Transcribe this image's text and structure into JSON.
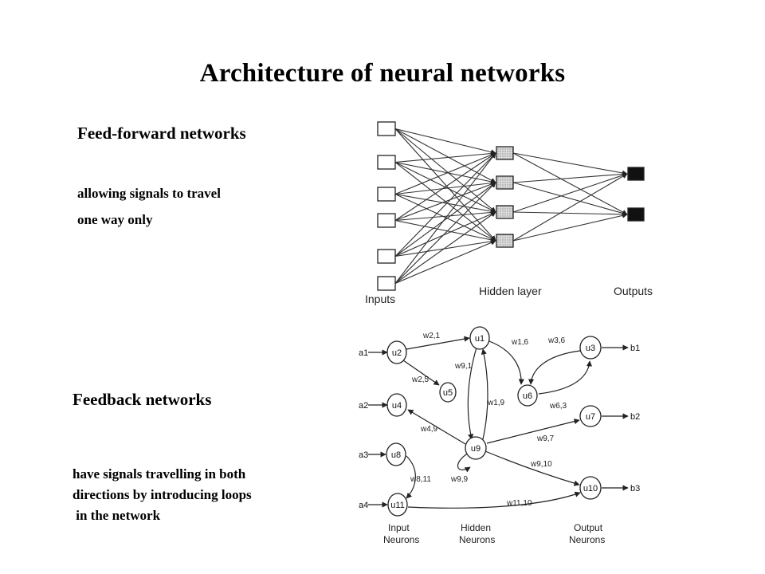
{
  "slide": {
    "title": "Architecture of neural networks",
    "feedforward": {
      "heading": "Feed-forward networks",
      "desc_line1": "allowing signals to travel",
      "desc_line2": "one way only",
      "diagram": {
        "label_inputs": "Inputs",
        "label_hidden": "Hidden layer",
        "label_outputs": "Outputs",
        "input_count": 6,
        "hidden_count": 4,
        "output_count": 2
      }
    },
    "feedback": {
      "heading": "Feedback networks",
      "desc": "have signals travelling in both\ndirections by introducing loops\n in the network",
      "diagram": {
        "inputs": [
          "a1",
          "a2",
          "a3",
          "a4"
        ],
        "outputs": [
          "b1",
          "b2",
          "b3"
        ],
        "nodes": [
          "u2",
          "u1",
          "u3",
          "u5",
          "u6",
          "u4",
          "u7",
          "u9",
          "u8",
          "u10",
          "u11"
        ],
        "weights": [
          "w2,1",
          "w1,6",
          "w3,6",
          "w9,1",
          "w2,5",
          "w1,9",
          "w6,3",
          "w4,9",
          "w9,7",
          "w9,10",
          "w9,9",
          "w8,11",
          "w11,10"
        ],
        "col_input": "Input",
        "col_input_2": "Neurons",
        "col_hidden": "Hidden",
        "col_hidden_2": "Neurons",
        "col_output": "Output",
        "col_output_2": "Neurons"
      }
    }
  }
}
